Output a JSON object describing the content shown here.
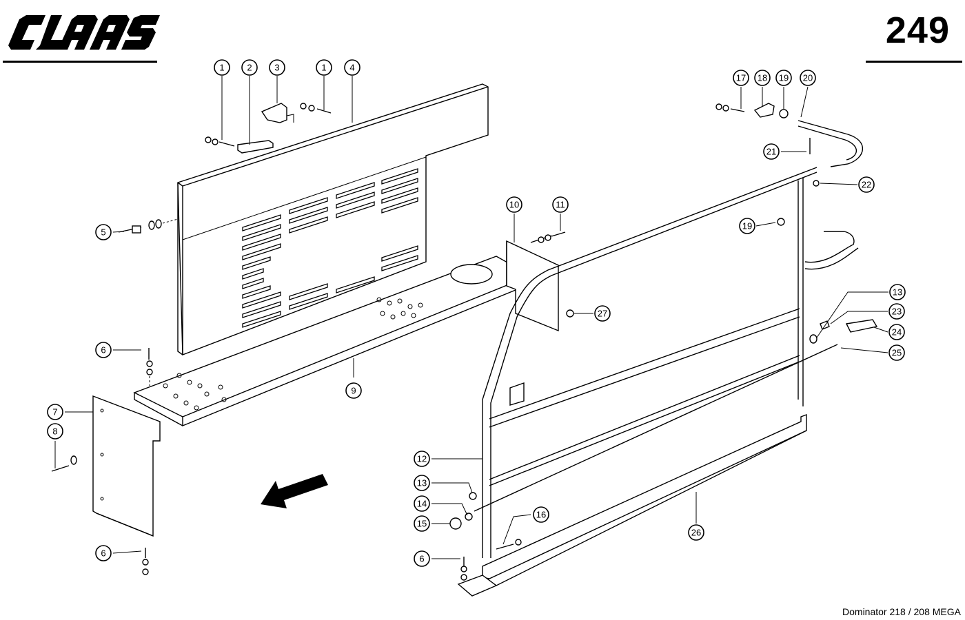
{
  "header": {
    "brand": "CLAAS",
    "page_number": "249"
  },
  "footer": {
    "model": "Dominator 218 / 208 MEGA"
  },
  "callouts": [
    "1",
    "2",
    "3",
    "1",
    "4",
    "5",
    "6",
    "7",
    "8",
    "6",
    "9",
    "10",
    "11",
    "12",
    "13",
    "14",
    "15",
    "16",
    "6",
    "17",
    "18",
    "19",
    "20",
    "21",
    "22",
    "19",
    "13",
    "23",
    "24",
    "25",
    "26",
    "27"
  ],
  "icons": {
    "direction_arrow": "arrow-icon"
  }
}
